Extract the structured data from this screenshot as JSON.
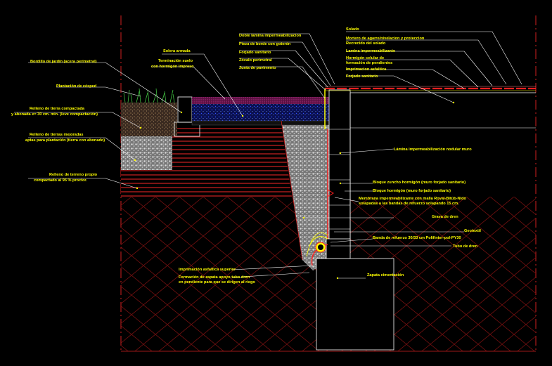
{
  "labels": {
    "doble_lamina": "Doble lamina impermeabilizacion",
    "pieza_borde": "Pieza de borde con goterón",
    "forjado_sanitario_top": "Forjado sanitario",
    "zocalo": "Zócalo perimetral",
    "junta": "Junta de pavimento",
    "solera_armada": "Solera armada",
    "terminacion": "Terminación suelo",
    "terminacion2": "con hormigón impreso",
    "bordillo": "Bordillo de jardín (acera perimetral)",
    "plantacion": "Plantación de césped",
    "relleno1a": "Relleno de tierra compactada",
    "relleno1b": "y abonada e= 30 cm. min. (leve compactación)",
    "relleno2a": "Relleno de tierras mejoradas",
    "relleno2b": "aptas para plantación (tierra con abonado)",
    "relleno3a": "Relleno de terreno propio",
    "relleno3b": "compactado al 95 % proctor.",
    "solado": "Solado",
    "mortero1": "Mortero de agarre/nivelacion y proteccion",
    "mortero2": "Recrecido del solado",
    "lamina_imp": "Lamina impermeabilizante",
    "hormigon1": "Hormigón celular de",
    "hormigon2": "formación de pendientes",
    "imprimacion": "Imprimacion asfaltica",
    "forjado_sanitario": "Forjado sanitario",
    "lamina_muro": "Lámina impermeabilización nodular muro",
    "bloque_zuncho": "Bloque zuncho hormigón (muro forjado sanitario)",
    "bloque_hormigon": "Bloque hormigón (muro forjado sanitario)",
    "membrana1": "Membrana impermeabilizante con malla Roval-Bitúb-Nido",
    "membrana2": "solapadas a las bandas de refuerzo solapando 15 cm.",
    "grava": "Grava de dren",
    "geotextil": "Geotextil",
    "banda": "Banda de refuerzo 30/33 cm Polifinter-pol-PY30",
    "tubo": "Tubo de dren",
    "zapata": "Zapata cimentación",
    "impr_superior": "Imprimación asfaltica superior",
    "formacion1": "Formación de zapata apoyo tubo dren",
    "formacion2": "en pendiente para que se dirigen al riego"
  },
  "colors": {
    "background": "#000000",
    "text": "#ffff00",
    "leader": "#ffffff",
    "membrane": "#ff2020",
    "soil_hatch": "#8a1a1a",
    "gravel": "#c8c8c8",
    "slab_blue": "#1a2a9a",
    "pink_layer": "#8a2060"
  }
}
